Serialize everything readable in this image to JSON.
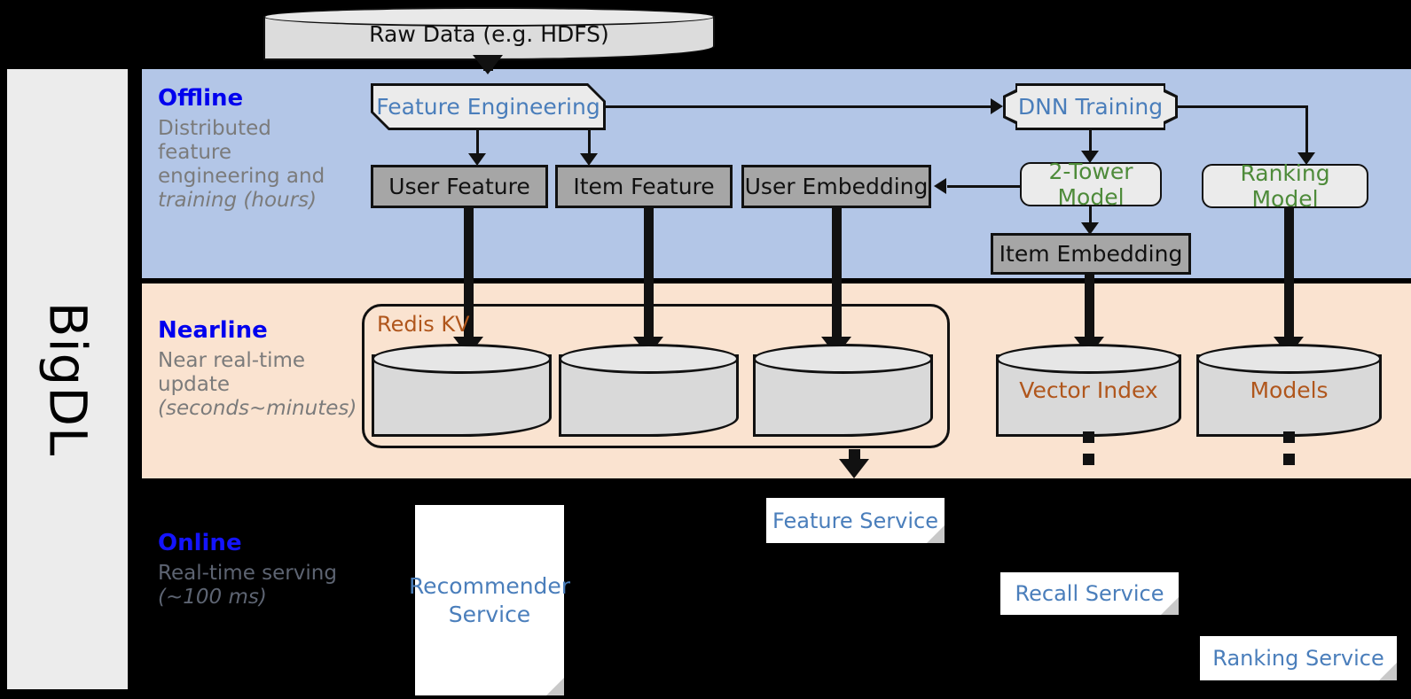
{
  "framework": {
    "name": "BigDL"
  },
  "source": {
    "label": "Raw Data (e.g. HDFS)",
    "icon": "database-icon"
  },
  "bands": {
    "offline": {
      "title": "Offline",
      "description": "Distributed feature engineering and ",
      "description_emphasis": "training (hours)",
      "bg_color": "#b3c6e7"
    },
    "nearline": {
      "title": "Nearline",
      "description": "Near real-time update ",
      "description_emphasis": "(seconds~minutes)",
      "bg_color": "#fae3d0"
    },
    "online": {
      "title": "Online",
      "description": "Real-time serving ",
      "description_emphasis": "(~100 ms)",
      "bg_color": "#000000"
    }
  },
  "offline_nodes": {
    "feature_engineering": {
      "label": "Feature Engineering",
      "shape": "cut-corner",
      "color": "#4a7ebb"
    },
    "dnn_training": {
      "label": "DNN Training",
      "shape": "bracket-card",
      "color": "#4a7ebb"
    },
    "user_feature": {
      "label": "User Feature",
      "shape": "rect",
      "color": "#111111"
    },
    "item_feature": {
      "label": "Item Feature",
      "shape": "rect",
      "color": "#111111"
    },
    "user_embedding": {
      "label": "User Embedding",
      "shape": "rect",
      "color": "#111111"
    },
    "two_tower_model": {
      "label": "2-Tower Model",
      "shape": "rounded-rect",
      "color": "#4e8b3a"
    },
    "ranking_model": {
      "label": "Ranking Model",
      "shape": "rounded-rect",
      "color": "#4e8b3a"
    },
    "item_embedding": {
      "label": "Item Embedding",
      "shape": "rect",
      "color": "#111111"
    }
  },
  "nearline_nodes": {
    "redis_group": {
      "label": "Redis KV",
      "color": "#b0561c"
    },
    "store_user_feature": {
      "label": "",
      "icon": "database-icon"
    },
    "store_item_feature": {
      "label": "",
      "icon": "database-icon"
    },
    "store_user_embedding": {
      "label": "",
      "icon": "database-icon"
    },
    "vector_index": {
      "label": "Vector Index",
      "icon": "database-icon",
      "color": "#b0561c"
    },
    "models": {
      "label": "Models",
      "icon": "database-icon",
      "color": "#b0561c"
    }
  },
  "online_nodes": {
    "recommender_service": {
      "label": "Recommender Service",
      "shape": "document",
      "color": "#4a7ebb"
    },
    "feature_service": {
      "label": "Feature Service",
      "shape": "document",
      "color": "#4a7ebb"
    },
    "recall_service": {
      "label": "Recall Service",
      "shape": "document",
      "color": "#4a7ebb"
    },
    "ranking_service": {
      "label": "Ranking Service",
      "shape": "document",
      "color": "#4a7ebb"
    }
  },
  "palette": {
    "offline_blue": "#b3c6e7",
    "nearline_peach": "#fae3d0",
    "online_black": "#000000",
    "node_gray": "#a6a6a6",
    "node_light": "#ebebeb",
    "title_blue": "#0000ee",
    "text_blue": "#4a7ebb",
    "text_green": "#4e8b3a",
    "text_orange": "#b0561c",
    "caption_gray": "#7b7b7b",
    "sidebar_gray": "#ececec"
  }
}
